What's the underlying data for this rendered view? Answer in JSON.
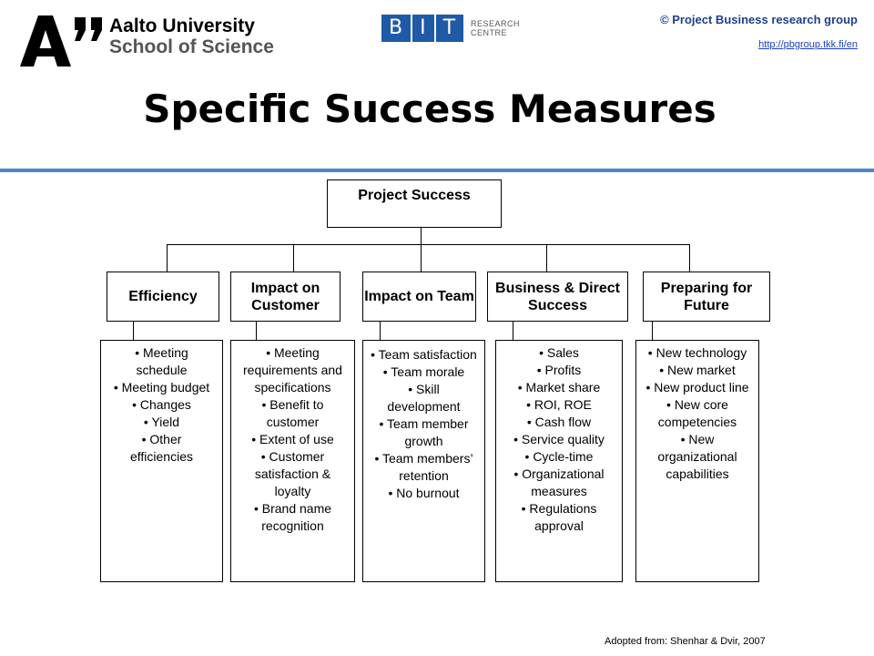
{
  "header": {
    "logo_university": "Aalto University",
    "logo_school": "School of Science",
    "bit_logo": [
      "B",
      "I",
      "T"
    ],
    "bit_subtitle": [
      "RESEARCH",
      "CENTRE"
    ],
    "copyright": "© Project Business research group",
    "url": "http://pbgroup.tkk.fi/en"
  },
  "title": "Specific Success Measures",
  "diagram": {
    "root": "Project Success",
    "categories": [
      {
        "label": "Efficiency",
        "items": [
          "• Meeting schedule",
          "• Meeting budget",
          "• Changes",
          "• Yield",
          "• Other efficiencies"
        ]
      },
      {
        "label": "Impact on Customer",
        "items": [
          "• Meeting requirements and specifications",
          "• Benefit to customer",
          "• Extent of use",
          "• Customer satisfaction & loyalty",
          "• Brand name recognition"
        ]
      },
      {
        "label": "Impact on Team",
        "items": [
          "• Team satisfaction",
          "• Team morale",
          "• Skill development",
          "• Team member growth",
          "• Team members’ retention",
          "• No burnout"
        ]
      },
      {
        "label": "Business & Direct Success",
        "items": [
          "• Sales",
          "• Profits",
          "• Market share",
          "• ROI, ROE",
          "• Cash flow",
          "• Service quality",
          "• Cycle-time",
          "• Organizational measures",
          "• Regulations approval"
        ]
      },
      {
        "label": "Preparing for Future",
        "items": [
          "• New technology",
          "• New market",
          "• New product line",
          "• New core competencies",
          "• New organizational capabilities"
        ]
      }
    ]
  },
  "credit": "Adopted from: Shenhar & Dvir, 2007",
  "colors": {
    "accent_rule": "#4f86c6",
    "bit_blue": "#1f5aa6",
    "link": "#1a3fbf"
  }
}
